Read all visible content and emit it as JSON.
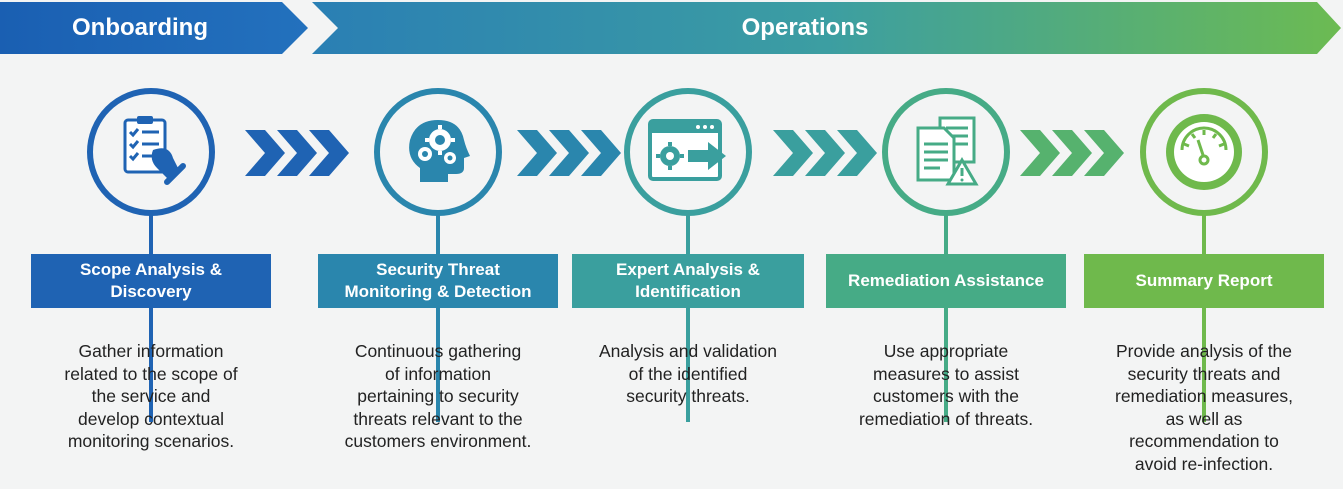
{
  "phases": [
    {
      "label": "Onboarding"
    },
    {
      "label": "Operations"
    }
  ],
  "colors": {
    "step1": "#1f63b3",
    "step2": "#2a86ad",
    "step3": "#3a9f9e",
    "step4": "#46ab86",
    "step5": "#6fb94c"
  },
  "steps": [
    {
      "icon": "checklist-clipboard-icon",
      "title": "Scope Analysis &\nDiscovery",
      "description": "Gather information\nrelated to the scope of\nthe service and\ndevelop contextual\nmonitoring scenarios."
    },
    {
      "icon": "head-gears-icon",
      "title": "Security Threat\nMonitoring & Detection",
      "description": "Continuous gathering\nof information\npertaining to security\nthreats relevant to the\ncustomers environment."
    },
    {
      "icon": "browser-gear-arrow-icon",
      "title": "Expert Analysis &\nIdentification",
      "description": "Analysis and validation\nof the identified\nsecurity threats."
    },
    {
      "icon": "documents-warning-icon",
      "title": "Remediation Assistance",
      "description": "Use appropriate\nmeasures to assist\ncustomers with the\nremediation of threats."
    },
    {
      "icon": "gauge-icon",
      "title": "Summary Report",
      "description": "Provide analysis of the\nsecurity threats and\nremediation measures,\nas well as\nrecommendation to\navoid re-infection."
    }
  ]
}
